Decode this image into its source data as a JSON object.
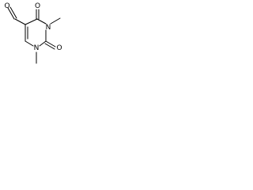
{
  "molecule": {
    "atoms": {
      "aldehyde_o": "O",
      "ketone_o4": "O",
      "n3": "N",
      "n3_methyl": "",
      "ketone_o2": "O",
      "n1": "N",
      "n1_methyl": ""
    },
    "colors": {
      "bond": "#000000",
      "label": "#000000",
      "background": "#ffffff"
    }
  }
}
